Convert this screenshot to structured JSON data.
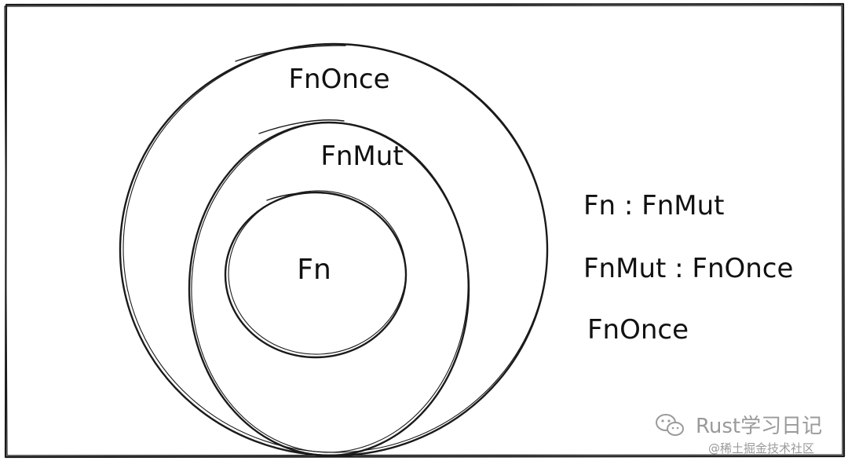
{
  "diagram": {
    "circles": [
      {
        "label": "FnOnce"
      },
      {
        "label": "FnMut"
      },
      {
        "label": "Fn"
      }
    ],
    "relations": [
      "Fn : FnMut",
      "FnMut : FnOnce",
      "FnOnce"
    ]
  },
  "watermark": {
    "account": "Rust学习日记",
    "community": "@稀土掘金技术社区",
    "icon": "wechat-icon"
  },
  "colors": {
    "stroke": "#1a1a1a",
    "text": "#111111",
    "watermark": "#9a9a9a",
    "background": "#ffffff"
  }
}
